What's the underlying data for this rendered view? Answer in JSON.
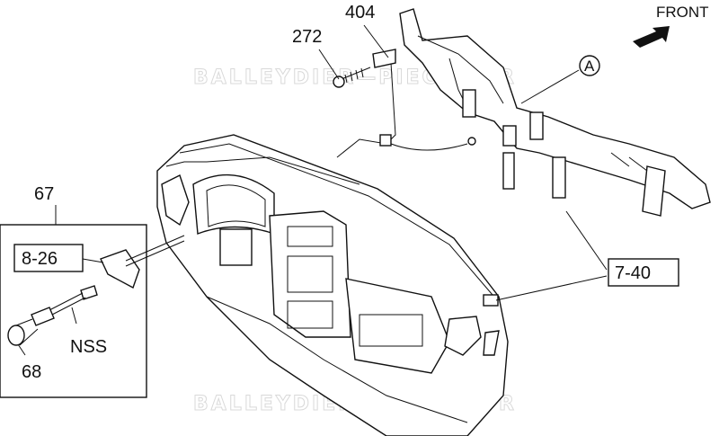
{
  "direction_label": "FRONT",
  "watermark": "BALLEYDIER—PIECES.FR",
  "callouts": {
    "c404": "404",
    "c272": "272",
    "c67": "67",
    "c8_26": "8-26",
    "c7_40": "7-40",
    "nss": "NSS",
    "c68": "68",
    "ref_a": "A"
  },
  "icons": {
    "front_arrow": "arrow-up-right-icon"
  }
}
